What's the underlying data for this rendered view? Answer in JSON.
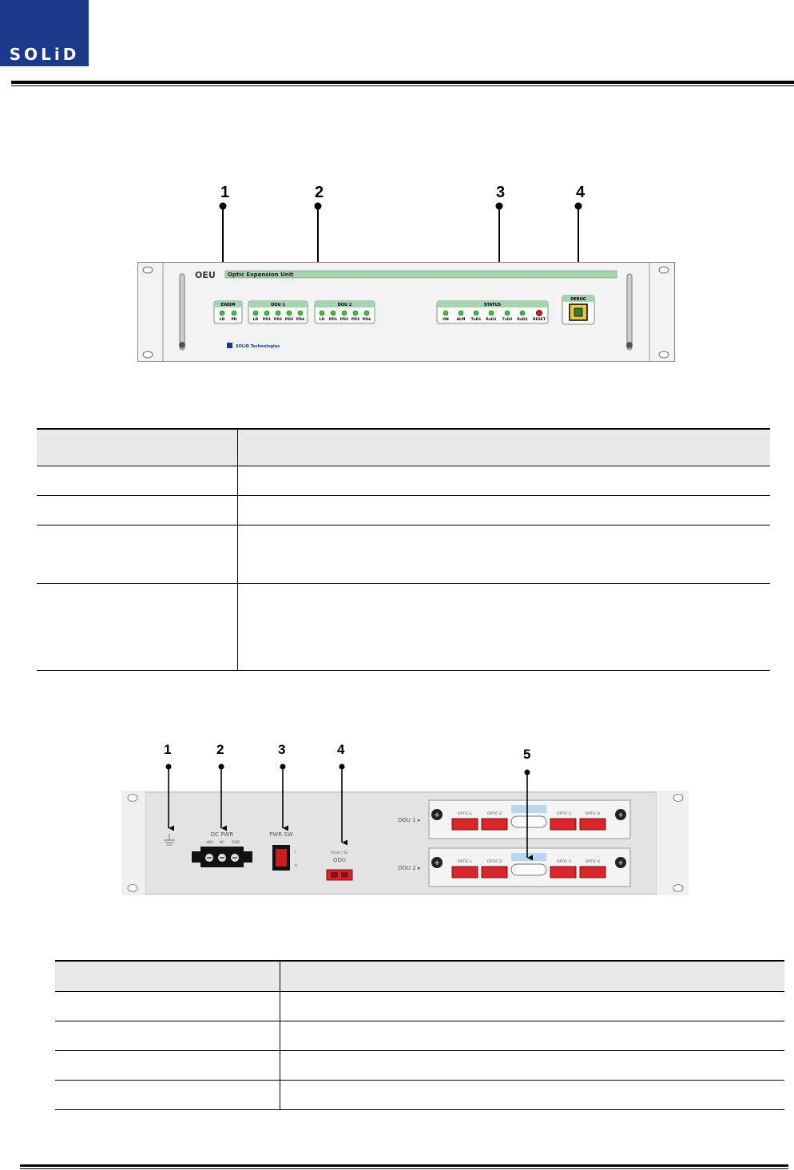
{
  "header": {
    "logo_text": "SOLiD"
  },
  "front_panel": {
    "callouts": [
      "1",
      "2",
      "3",
      "4"
    ],
    "model": "OEU",
    "title_bar": "Optic Expansion Unit",
    "brand": "SOLiD Technologies",
    "groups": [
      {
        "label": "EWDM",
        "leds": [
          "LD",
          "PD"
        ]
      },
      {
        "label": "DOU 1",
        "leds": [
          "LD",
          "PD1",
          "PD2",
          "PD3",
          "PD4"
        ]
      },
      {
        "label": "DOU 2",
        "leds": [
          "LD",
          "PD1",
          "PD2",
          "PD3",
          "PD4"
        ]
      },
      {
        "label": "STATUS",
        "leds": [
          "ON",
          "ALM",
          "TxD1",
          "RxD1",
          "TxD2",
          "RxD2",
          "RESET"
        ]
      },
      {
        "label": "DEBUG",
        "leds": []
      }
    ]
  },
  "rear_panel": {
    "callouts": [
      "1",
      "2",
      "3",
      "4",
      "5"
    ],
    "dc_pwr_label": "DC PWR",
    "dc_pins": [
      "-48V",
      "NC",
      "GND"
    ],
    "pwr_sw_label": "PWR SW",
    "switch_marks": [
      "I",
      "0"
    ],
    "from_to_label": "From / To",
    "odu_label": "ODU",
    "dou_rows": [
      {
        "label": "DOU 1 ▸",
        "optics": [
          "OPTIC-1",
          "OPTIC-2",
          "OPTIC-3",
          "OPTIC-4"
        ]
      },
      {
        "label": "DOU 2 ▸",
        "optics": [
          "OPTIC-1",
          "OPTIC-2",
          "OPTIC-3",
          "OPTIC-4"
        ]
      }
    ]
  },
  "colors": {
    "logo_bg": "#1b3a8c",
    "panel": "#e9e9e9",
    "led_green": "#3fbf3f",
    "led_red": "#cc2222",
    "connector_red": "#d8262b",
    "title_bar": "#a8d3b0"
  }
}
